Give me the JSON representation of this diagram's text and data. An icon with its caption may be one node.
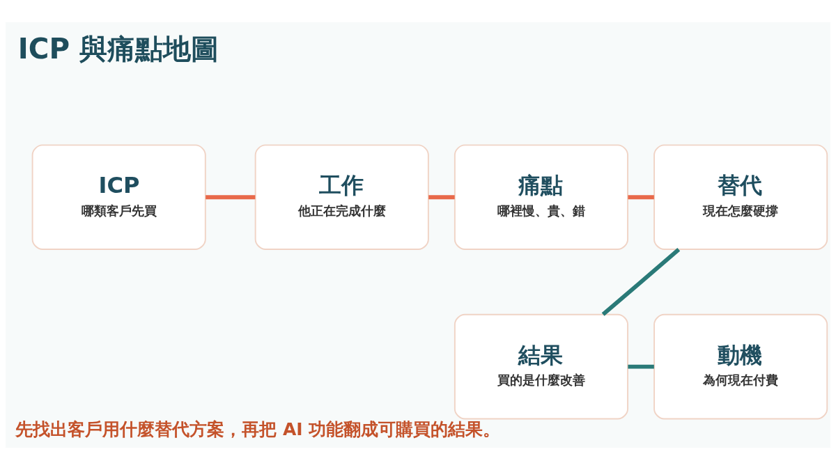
{
  "diagram": {
    "title": "ICP 與痛點地圖",
    "caption": "先找出客戶用什麼替代方案，再把 AI 功能翻成可購買的結果。",
    "nodes": [
      {
        "text": [
          "ICP",
          "哪類客戶先買"
        ]
      },
      {
        "text": [
          "工作",
          "他正在完成什麼"
        ]
      },
      {
        "text": [
          "痛點",
          "哪裡慢、貴、錯"
        ]
      },
      {
        "text": [
          "替代",
          "現在怎麼硬撐"
        ]
      },
      {
        "text": [
          "結果",
          "買的是什麼改善"
        ]
      },
      {
        "text": [
          "動機",
          "為何現在付費"
        ]
      }
    ],
    "edges": [
      {
        "from": 0,
        "to": 1,
        "arrow": "none"
      },
      {
        "from": 1,
        "to": 2,
        "arrow": "none"
      },
      {
        "from": 2,
        "to": 3,
        "arrow": "none"
      },
      {
        "from": 3,
        "to": 4,
        "arrow": "none",
        "color": "#2a7a78"
      },
      {
        "from": 4,
        "to": 5,
        "arrow": "none",
        "color": "#2a7a78"
      }
    ]
  }
}
